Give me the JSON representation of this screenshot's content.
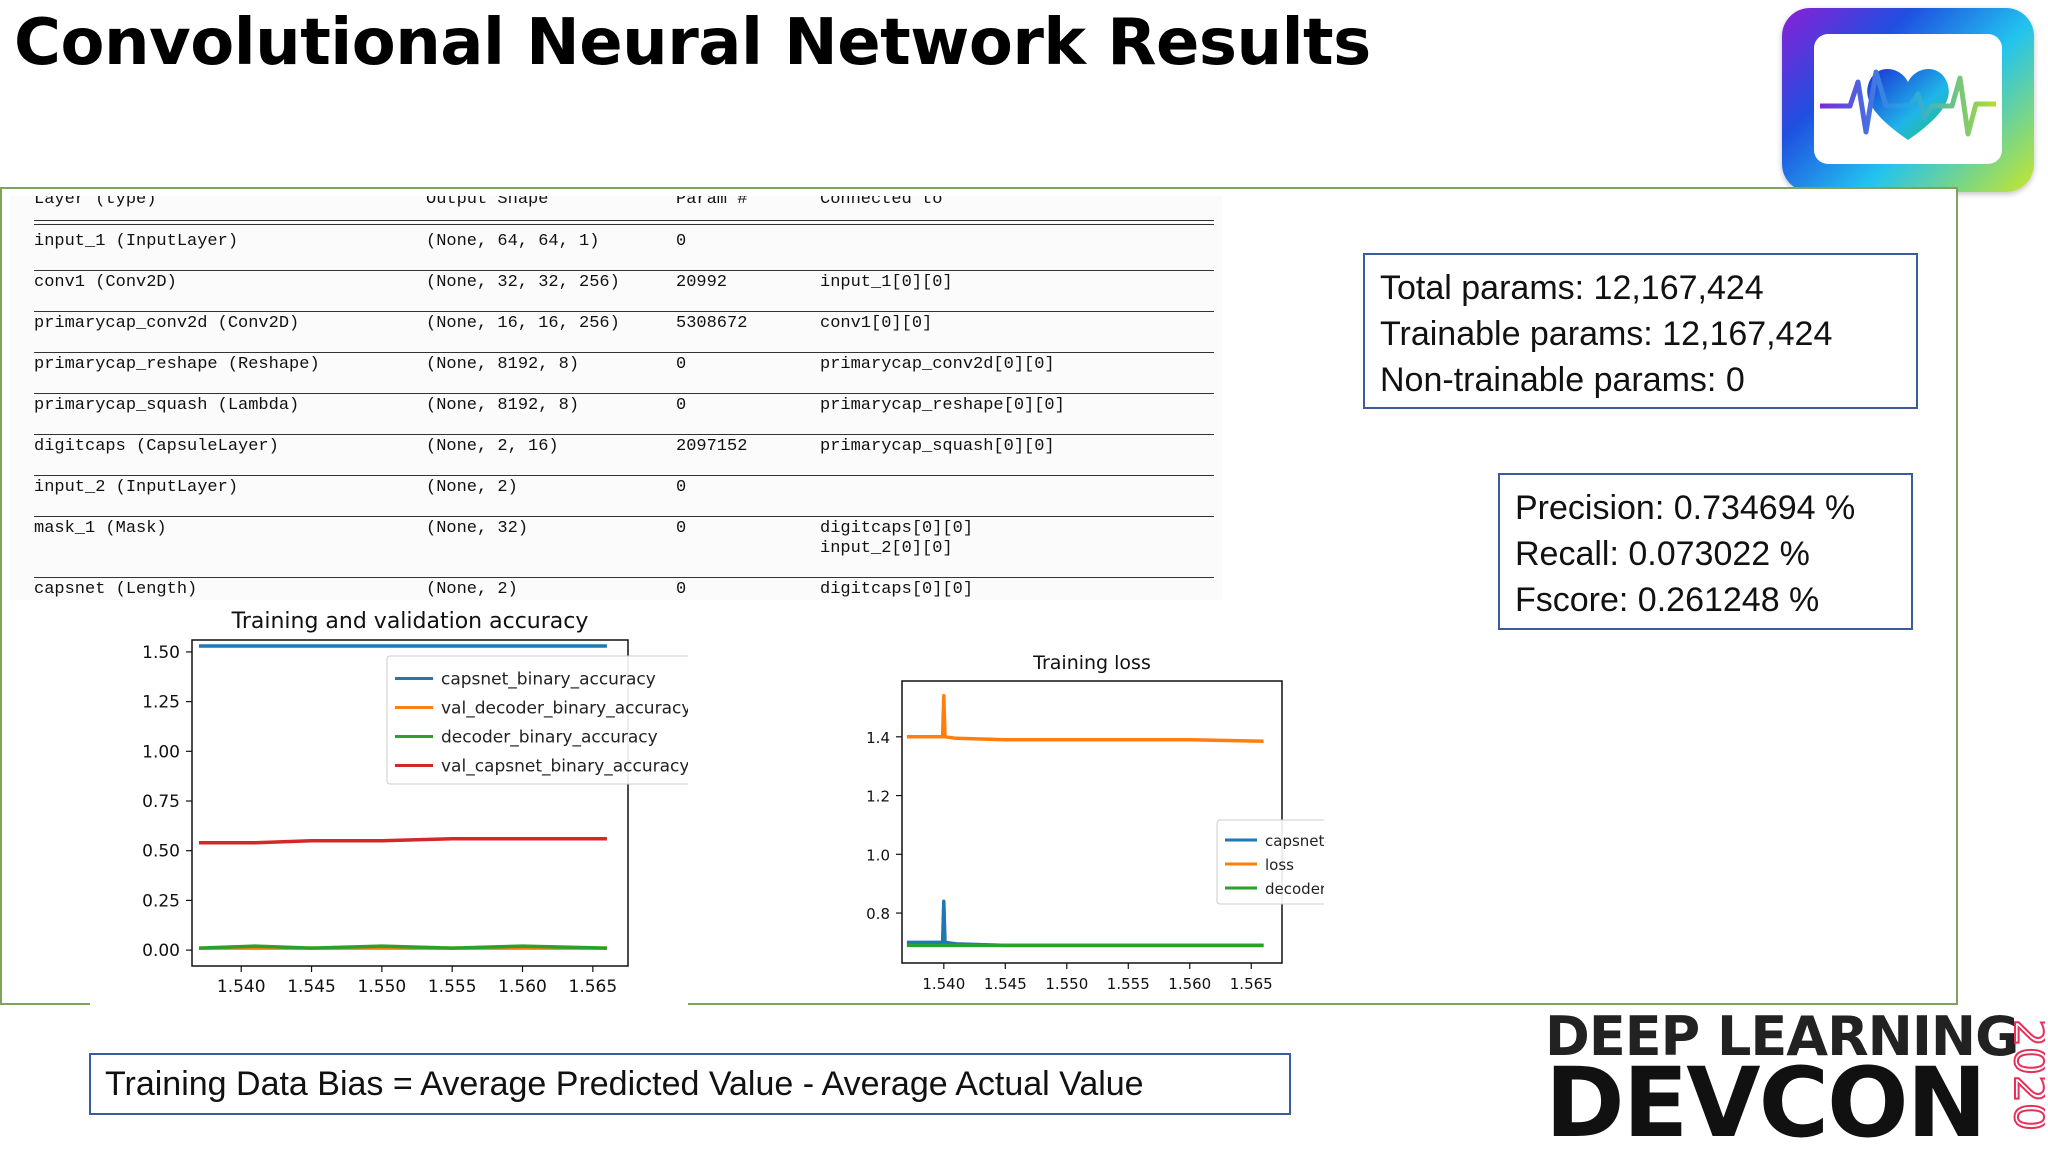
{
  "title": "Convolutional Neural Network Results",
  "model_summary": {
    "headers": [
      "Layer (type)",
      "Output Shape",
      "Param #",
      "Connected to"
    ],
    "rows": [
      {
        "layer": "input_1 (InputLayer)",
        "shape": "(None, 64, 64, 1)",
        "params": "0",
        "connected": ""
      },
      {
        "layer": "conv1 (Conv2D)",
        "shape": "(None, 32, 32, 256)",
        "params": "20992",
        "connected": "input_1[0][0]"
      },
      {
        "layer": "primarycap_conv2d (Conv2D)",
        "shape": "(None, 16, 16, 256)",
        "params": "5308672",
        "connected": "conv1[0][0]"
      },
      {
        "layer": "primarycap_reshape (Reshape)",
        "shape": "(None, 8192, 8)",
        "params": "0",
        "connected": "primarycap_conv2d[0][0]"
      },
      {
        "layer": "primarycap_squash (Lambda)",
        "shape": "(None, 8192, 8)",
        "params": "0",
        "connected": "primarycap_reshape[0][0]"
      },
      {
        "layer": "digitcaps (CapsuleLayer)",
        "shape": "(None, 2, 16)",
        "params": "2097152",
        "connected": "primarycap_squash[0][0]"
      },
      {
        "layer": "input_2 (InputLayer)",
        "shape": "(None, 2)",
        "params": "0",
        "connected": ""
      },
      {
        "layer": "mask_1 (Mask)",
        "shape": "(None, 32)",
        "params": "0",
        "connected": "digitcaps[0][0]",
        "connected2": "input_2[0][0]"
      },
      {
        "layer": "capsnet (Length)",
        "shape": "(None, 2)",
        "params": "0",
        "connected": "digitcaps[0][0]"
      }
    ]
  },
  "params_box": {
    "total": "Total params: 12,167,424",
    "trainable": "Trainable params: 12,167,424",
    "non_trainable": "Non-trainable params: 0"
  },
  "metrics_box": {
    "precision": "Precision: 0.734694 %",
    "recall": "Recall: 0.073022 %",
    "fscore": "Fscore: 0.261248 %"
  },
  "bias_text": "Training Data Bias = Average Predicted Value - Average Actual Value",
  "brand": {
    "line1": "DEEP LEARNING",
    "line2": "DEVCON",
    "year": "2020",
    "year_color": "#e8305a"
  },
  "colors": {
    "blue": "#1f77b4",
    "orange": "#ff7f0e",
    "green": "#2ca02c",
    "red": "#d62728",
    "frame": "#7fa35a",
    "box_border": "#3c5b9a"
  },
  "chart_data": [
    {
      "type": "line",
      "title": "Training and validation accuracy",
      "x_ticks": [
        "1.540",
        "1.545",
        "1.550",
        "1.555",
        "1.560",
        "1.565"
      ],
      "xlim": [
        1.5365,
        1.5675
      ],
      "y_ticks": [
        "0.00",
        "0.25",
        "0.50",
        "0.75",
        "1.00",
        "1.25",
        "1.50"
      ],
      "ylim": [
        -0.08,
        1.56
      ],
      "legend_position": "top-right",
      "series": [
        {
          "name": "capsnet_binary_accuracy",
          "color": "#1f77b4",
          "x": [
            1.537,
            1.541,
            1.545,
            1.55,
            1.555,
            1.56,
            1.566
          ],
          "y": [
            1.53,
            1.53,
            1.53,
            1.53,
            1.53,
            1.53,
            1.53
          ]
        },
        {
          "name": "val_decoder_binary_accuracy",
          "color": "#ff7f0e",
          "x": [
            1.537,
            1.566
          ],
          "y": [
            0.01,
            0.01
          ]
        },
        {
          "name": "decoder_binary_accuracy",
          "color": "#2ca02c",
          "x": [
            1.537,
            1.541,
            1.545,
            1.55,
            1.555,
            1.56,
            1.566
          ],
          "y": [
            0.01,
            0.02,
            0.01,
            0.02,
            0.01,
            0.02,
            0.01
          ]
        },
        {
          "name": "val_capsnet_binary_accuracy",
          "color": "#d62728",
          "x": [
            1.537,
            1.541,
            1.545,
            1.55,
            1.555,
            1.56,
            1.566
          ],
          "y": [
            0.54,
            0.54,
            0.55,
            0.55,
            0.56,
            0.56,
            0.56
          ]
        }
      ]
    },
    {
      "type": "line",
      "title": "Training loss",
      "x_ticks": [
        "1.540",
        "1.545",
        "1.550",
        "1.555",
        "1.560",
        "1.565"
      ],
      "xlim": [
        1.5366,
        1.5675
      ],
      "y_ticks": [
        "0.8",
        "1.0",
        "1.2",
        "1.4"
      ],
      "ylim": [
        0.63,
        1.59
      ],
      "legend_position": "center-right",
      "series": [
        {
          "name": "capsnet_loss",
          "color": "#1f77b4",
          "x": [
            1.537,
            1.5399,
            1.54,
            1.5401,
            1.541,
            1.545,
            1.55,
            1.555,
            1.56,
            1.566
          ],
          "y": [
            0.7,
            0.7,
            0.84,
            0.7,
            0.695,
            0.69,
            0.69,
            0.69,
            0.69,
            0.69
          ]
        },
        {
          "name": "loss",
          "color": "#ff7f0e",
          "x": [
            1.537,
            1.5399,
            1.54,
            1.5401,
            1.541,
            1.545,
            1.55,
            1.555,
            1.56,
            1.566
          ],
          "y": [
            1.4,
            1.4,
            1.54,
            1.4,
            1.395,
            1.39,
            1.39,
            1.39,
            1.39,
            1.385
          ]
        },
        {
          "name": "decoder_loss",
          "color": "#2ca02c",
          "x": [
            1.537,
            1.541,
            1.545,
            1.55,
            1.555,
            1.56,
            1.566
          ],
          "y": [
            0.69,
            0.69,
            0.69,
            0.69,
            0.69,
            0.69,
            0.69
          ]
        }
      ]
    }
  ]
}
